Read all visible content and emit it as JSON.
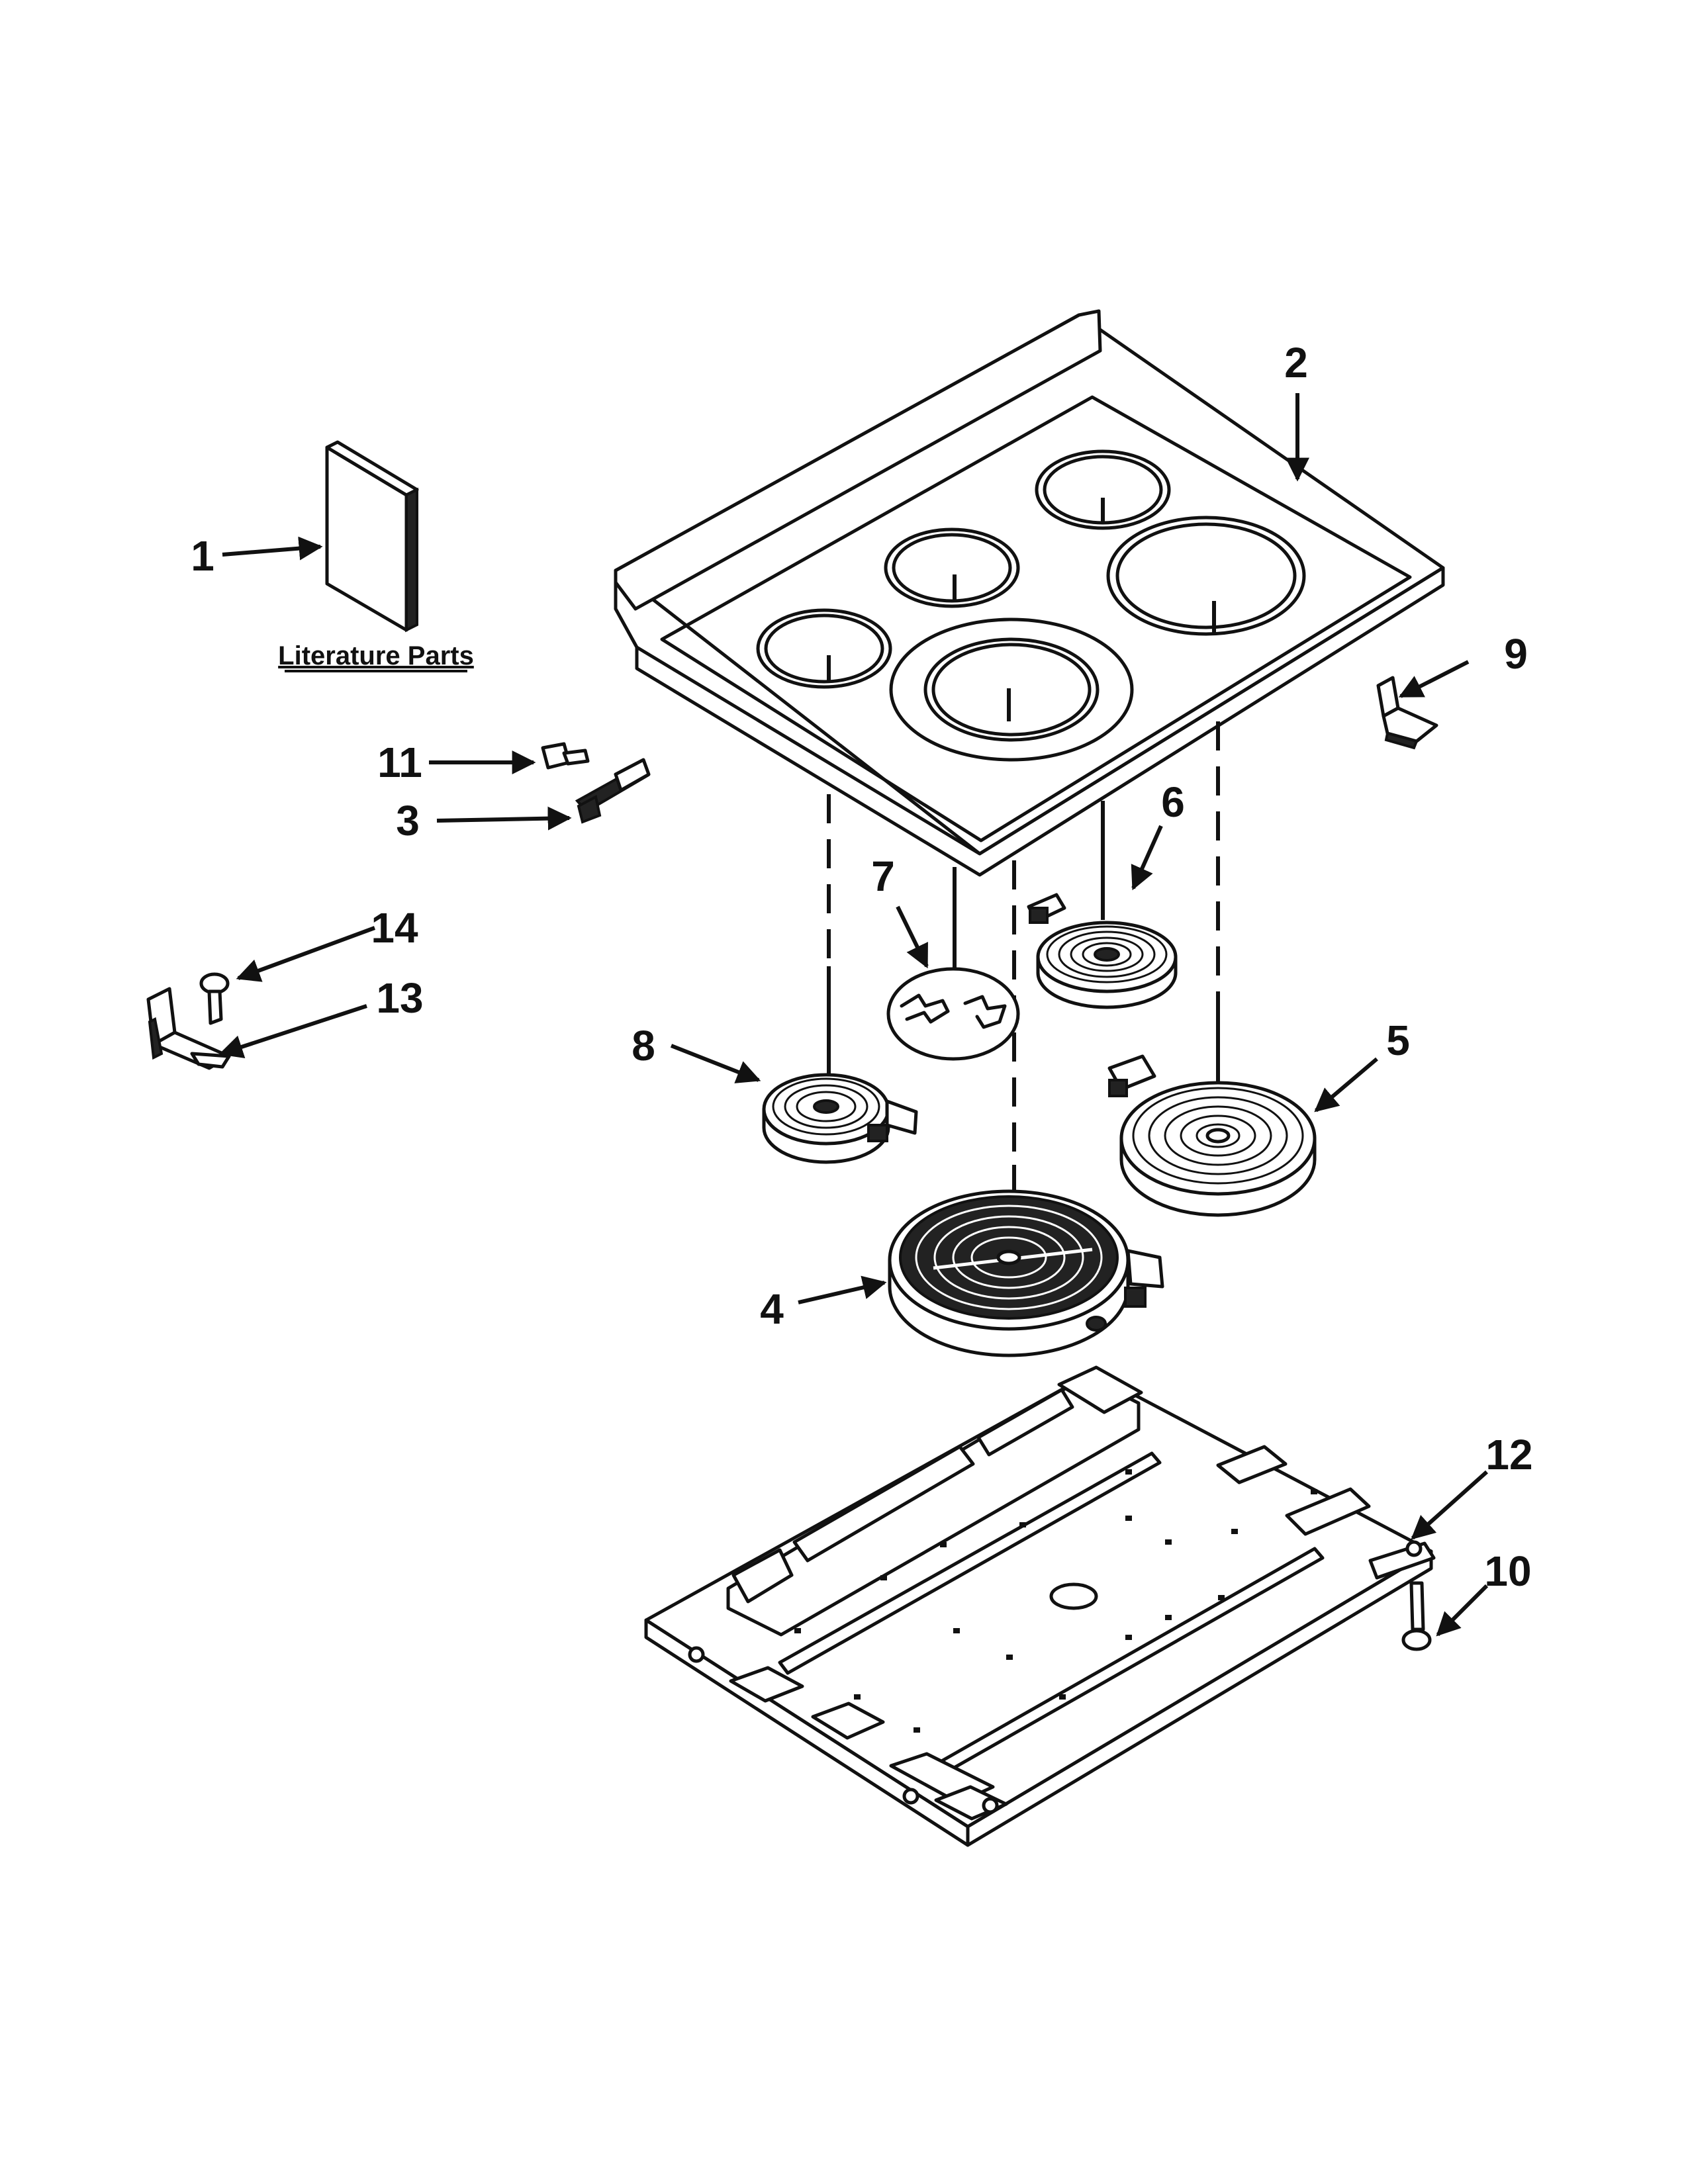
{
  "literature": {
    "label": "Literature Parts"
  },
  "callouts": [
    "1",
    "2",
    "3",
    "4",
    "5",
    "6",
    "7",
    "8",
    "9",
    "10",
    "11",
    "12",
    "13",
    "14"
  ]
}
